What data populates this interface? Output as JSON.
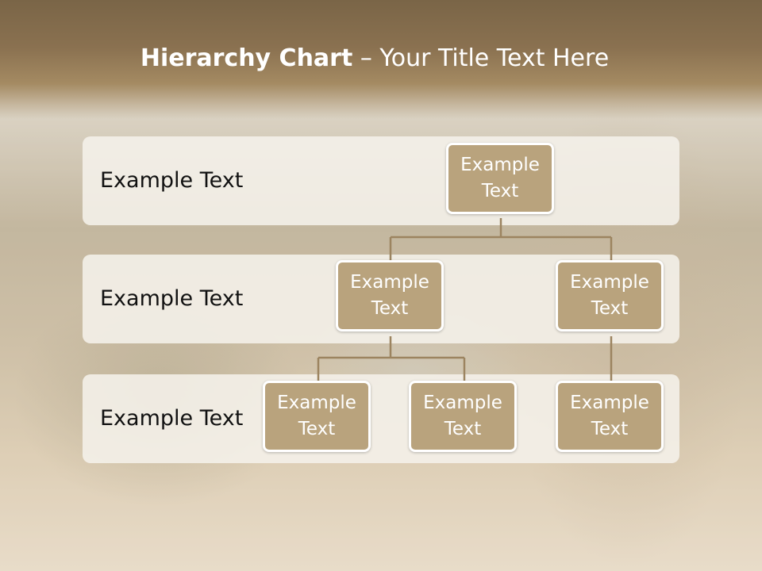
{
  "slide": {
    "title_bold": "Hierarchy Chart",
    "title_rest": " – Your Title Text Here"
  },
  "levels": [
    {
      "label": "Example Text"
    },
    {
      "label": "Example Text"
    },
    {
      "label": "Example Text"
    }
  ],
  "nodes": {
    "root": {
      "line1": "Example",
      "line2": "Text"
    },
    "child_left": {
      "line1": "Example",
      "line2": "Text"
    },
    "child_right": {
      "line1": "Example",
      "line2": "Text"
    },
    "leaf_1": {
      "line1": "Example",
      "line2": "Text"
    },
    "leaf_2": {
      "line1": "Example",
      "line2": "Text"
    },
    "leaf_3": {
      "line1": "Example",
      "line2": "Text"
    }
  },
  "colors": {
    "header": "#7a6547",
    "node_fill": "#b9a37d",
    "node_border": "#ffffff",
    "band_fill": "#f5f1eb",
    "connector": "#9c8460"
  }
}
